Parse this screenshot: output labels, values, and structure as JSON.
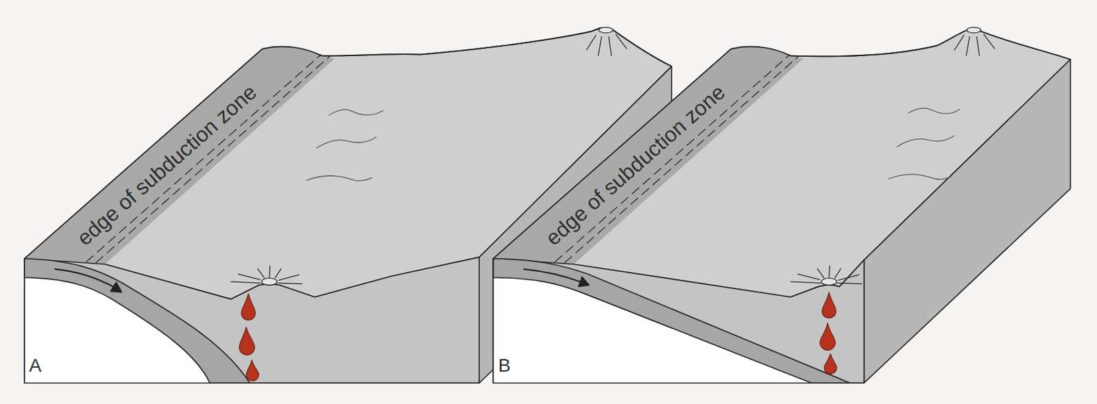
{
  "diagram": {
    "labels": [
      "edge of subduction zone",
      "A",
      "edge of subduction zone",
      "B"
    ]
  }
}
